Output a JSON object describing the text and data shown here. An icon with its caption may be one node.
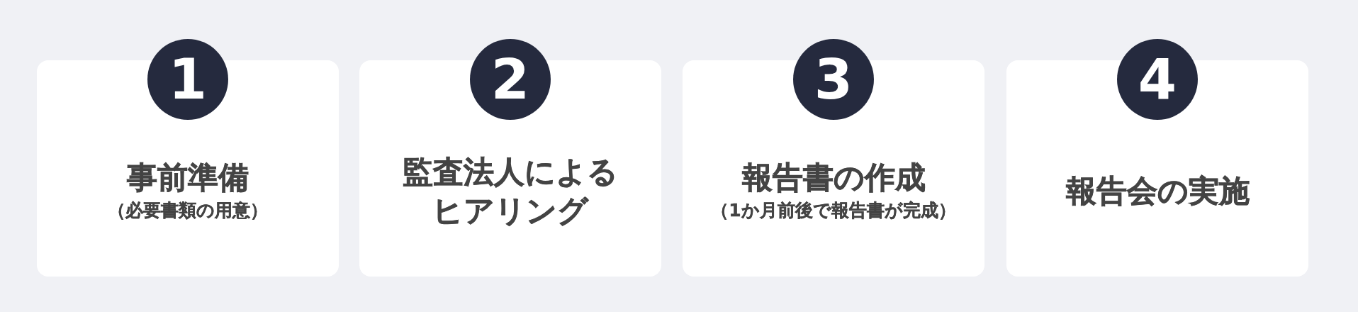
{
  "diagram": {
    "nodes": [
      {
        "text": [
          "1"
        ]
      },
      {
        "text": [
          "事前準備",
          "（必要書類の用意）"
        ]
      },
      {
        "text": [
          "2"
        ]
      },
      {
        "text": [
          "監査法人によるヒアリング"
        ]
      },
      {
        "text": [
          "3"
        ]
      },
      {
        "text": [
          "報告書の作成",
          "（1か月前後で報告書が完成）"
        ]
      },
      {
        "text": [
          "4"
        ]
      },
      {
        "text": [
          "報告会の実施"
        ]
      }
    ]
  }
}
